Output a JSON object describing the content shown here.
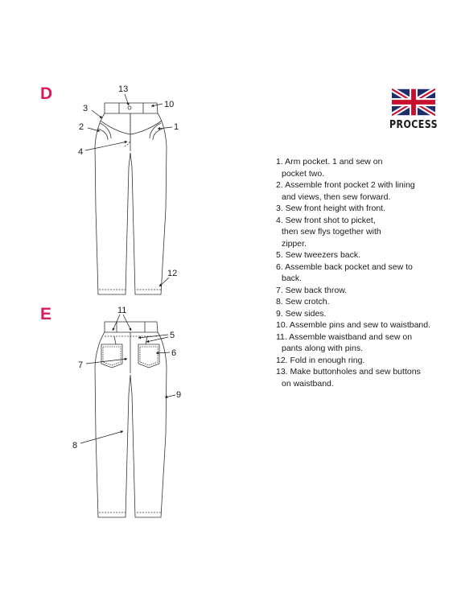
{
  "sections": {
    "d_label": "D",
    "e_label": "E"
  },
  "logo": {
    "brand": "PROCESS",
    "flag_icon": "union-jack-flag-icon",
    "colors": {
      "blue": "#1f2d6b",
      "red": "#c8102e",
      "white": "#ffffff"
    }
  },
  "accent_color": "#d81b60",
  "callouts": {
    "d": [
      "13",
      "3",
      "10",
      "2",
      "1",
      "4",
      "12"
    ],
    "e": [
      "11",
      "5",
      "6",
      "7",
      "9",
      "8"
    ]
  },
  "instructions": [
    {
      "number": "1.",
      "lines": [
        "Arm pocket. 1 and sew on",
        "pocket two."
      ]
    },
    {
      "number": "2.",
      "lines": [
        "Assemble front pocket 2 with lining",
        "and views, then sew forward."
      ]
    },
    {
      "number": "3.",
      "lines": [
        "Sew front height with front."
      ]
    },
    {
      "number": "4.",
      "lines": [
        "Sew front shot to picket,",
        "then sew flys together with",
        "zipper."
      ]
    },
    {
      "number": "5.",
      "lines": [
        "Sew tweezers back."
      ]
    },
    {
      "number": "6.",
      "lines": [
        "Assemble back pocket and sew to",
        "back."
      ]
    },
    {
      "number": "7.",
      "lines": [
        "Sew back throw."
      ]
    },
    {
      "number": "8.",
      "lines": [
        "Sew crotch."
      ]
    },
    {
      "number": "9.",
      "lines": [
        "Sew sides."
      ]
    },
    {
      "number": "10.",
      "lines": [
        "Assemble pins and sew to waistband."
      ]
    },
    {
      "number": "11.",
      "lines": [
        "Assemble waistband and sew on",
        "pants along with pins."
      ]
    },
    {
      "number": "12.",
      "lines": [
        "Fold in enough ring."
      ]
    },
    {
      "number": "13.",
      "lines": [
        "Make buttonholes and sew buttons",
        "on waistband."
      ]
    }
  ]
}
